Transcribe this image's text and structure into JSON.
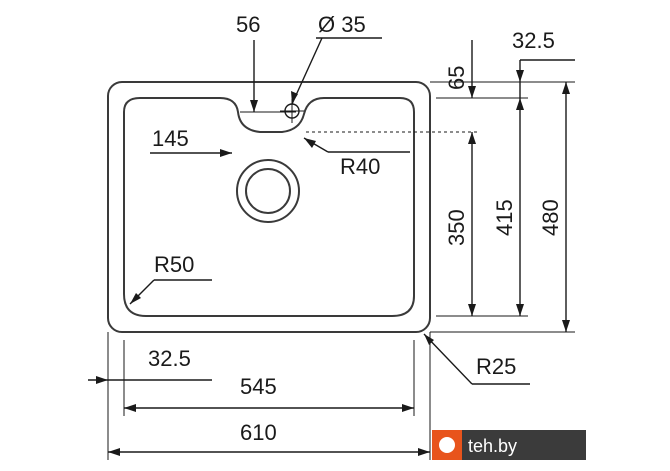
{
  "dimensions": {
    "top_width_56": "56",
    "diameter_35": "Ø 35",
    "depth_65": "65",
    "offset_32_5_top": "32.5",
    "width_145": "145",
    "radius_40": "R40",
    "height_350": "350",
    "height_415": "415",
    "height_480": "480",
    "radius_50": "R50",
    "offset_32_5_bottom": "32.5",
    "width_545": "545",
    "radius_25": "R25",
    "width_610": "610"
  },
  "watermark": {
    "text": "teh.by",
    "accent_color": "#e8541c",
    "dark_color": "#3b3b3b"
  }
}
